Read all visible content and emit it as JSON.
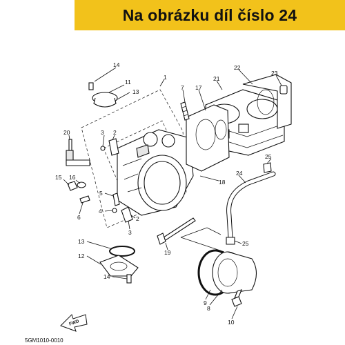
{
  "banner": {
    "text": "Na obrázku díl číslo 24",
    "color": "#f2c21b"
  },
  "diagram_code": "5GM1010-0010",
  "fwd_label": "FWD",
  "callouts": [
    {
      "id": "c14a",
      "text": "14"
    },
    {
      "id": "c11",
      "text": "11"
    },
    {
      "id": "c13a",
      "text": "13"
    },
    {
      "id": "c1",
      "text": "1"
    },
    {
      "id": "c7",
      "text": "7"
    },
    {
      "id": "c17",
      "text": "17"
    },
    {
      "id": "c21",
      "text": "21"
    },
    {
      "id": "c22",
      "text": "22"
    },
    {
      "id": "c23",
      "text": "23"
    },
    {
      "id": "c20",
      "text": "20"
    },
    {
      "id": "c3a",
      "text": "3"
    },
    {
      "id": "c2a",
      "text": "2"
    },
    {
      "id": "c16",
      "text": "16"
    },
    {
      "id": "c15",
      "text": "15"
    },
    {
      "id": "c5",
      "text": "5"
    },
    {
      "id": "c18",
      "text": "18"
    },
    {
      "id": "c25a",
      "text": "25"
    },
    {
      "id": "c24",
      "text": "24"
    },
    {
      "id": "c6",
      "text": "6"
    },
    {
      "id": "c4",
      "text": "4"
    },
    {
      "id": "c2b",
      "text": "2"
    },
    {
      "id": "c3b",
      "text": "3"
    },
    {
      "id": "c13b",
      "text": "13"
    },
    {
      "id": "c19",
      "text": "19"
    },
    {
      "id": "c25b",
      "text": "25"
    },
    {
      "id": "c12",
      "text": "12"
    },
    {
      "id": "c14b",
      "text": "14"
    },
    {
      "id": "c9",
      "text": "9"
    },
    {
      "id": "c8",
      "text": "8"
    },
    {
      "id": "c10",
      "text": "10"
    }
  ]
}
